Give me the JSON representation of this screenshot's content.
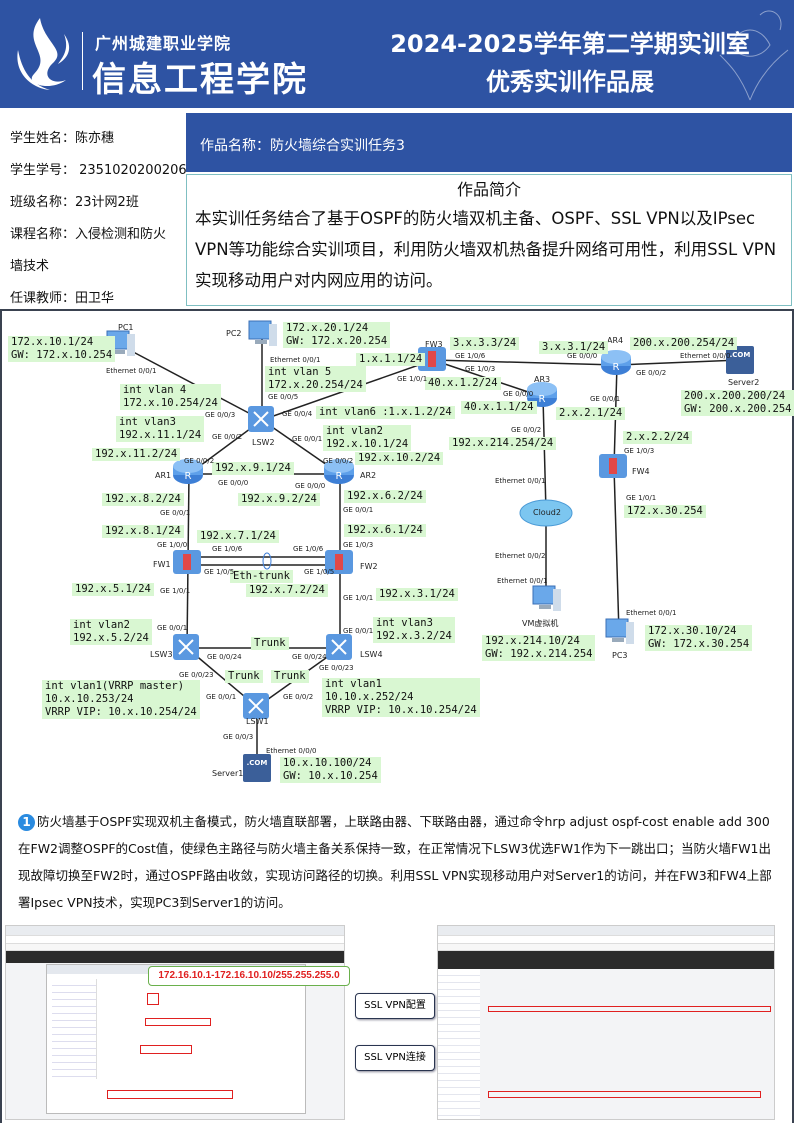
{
  "header": {
    "school": "广州城建职业学院",
    "college": "信息工程学院",
    "title_line1": "2024-2025学年第二学期实训室",
    "title_line2": "优秀实训作品展"
  },
  "student": {
    "name": "学生姓名：陈亦穗",
    "id": "学生学号：  2351020200206",
    "class": "班级名称：23计网2班",
    "course": "课程名称：入侵检测和防火",
    "course_cont": "墙技术",
    "teacher": "任课教师：田卫华"
  },
  "work": {
    "title": "作品名称：防火墙综合实训任务3",
    "intro_heading": "作品简介",
    "intro_text": "本实训任务结合了基于OSPF的防火墙双机主备、OSPF、SSL VPN以及IPsec VPN等功能综合实训项目，利用防火墙双机热备提升网络可用性，利用SSL VPN实现移动用户对内网应用的访问。"
  },
  "diagram": {
    "devices": [
      "PC1",
      "PC2",
      "LSW2",
      "FW3",
      "AR4",
      "Server2",
      "AR3",
      "AR1",
      "AR2",
      "FW1",
      "FW2",
      "LSW3",
      "LSW4",
      "LSW1",
      "Server1",
      "Cloud2",
      "VM虚拟机",
      "FW4",
      "PC3"
    ],
    "ip_labels": [
      "172.x.10.1/24\nGW: 172.x.10.254",
      "172.x.20.1/24\nGW: 172.x.20.254",
      "int vlan 5\n172.x.20.254/24",
      "int vlan 4\n172.x.10.254/24",
      "int vlan3\n192.x.11.1/24",
      "1.x.1.1/24",
      "int vlan6 :1.x.1.2/24",
      "int vlan2\n192.x.10.1/24",
      "192.x.11.2/24",
      "192.x.10.2/24",
      "192.x.9.1/24",
      "192.x.9.2/24",
      "192.x.8.2/24",
      "192.x.6.2/24",
      "192.x.8.1/24",
      "192.x.7.1/24",
      "192.x.6.1/24",
      "Eth-trunk",
      "192.x.7.2/24",
      "192.x.5.1/24",
      "192.x.3.1/24",
      "int vlan2\n192.x.5.2/24",
      "int vlan3\n192.x.3.2/24",
      "Trunk",
      "Trunk",
      "Trunk",
      "int vlan1(VRRP master)\n10.x.10.253/24\nVRRP VIP: 10.x.10.254/24",
      "int vlan1\n10.10.x.252/24\nVRRP VIP: 10.x.10.254/24",
      "10.x.10.100/24\nGW: 10.x.10.254",
      "3.x.3.3/24",
      "3.x.3.1/24",
      "200.x.200.254/24",
      "40.x.1.2/24",
      "40.x.1.1/24",
      "2.x.2.1/24",
      "200.x.200.200/24\nGW: 200.x.200.254",
      "192.x.214.254/24",
      "2.x.2.2/24",
      "172.x.30.254",
      "192.x.214.10/24\nGW: 192.x.214.254",
      "172.x.30.10/24\nGW: 172.x.30.254"
    ],
    "ports": [
      "Ethernet 0/0/1",
      "Ethernet 0/0/1",
      "GE 0/0/5",
      "GE 0/0/3",
      "GE 0/0/4",
      "GE 0/0/2",
      "GE 0/0/1",
      "GE 0/0/2",
      "GE 0/0/2",
      "GE 0/0/0",
      "GE 0/0/0",
      "GE 0/0/1",
      "GE 0/0/1",
      "GE 1/0/0",
      "GE 1/0/3",
      "GE 1/0/6",
      "GE 1/0/6",
      "GE 1/0/5",
      "GE 1/0/5",
      "GE 1/0/1",
      "GE 1/0/1",
      "GE 0/0/1",
      "GE 0/0/1",
      "GE 0/0/24",
      "GE 0/0/24",
      "GE 0/0/23",
      "GE 0/0/23",
      "GE 0/0/1",
      "GE 0/0/2",
      "GE 0/0/3",
      "Ethernet 0/0/0",
      "GE 1/0/6",
      "GE 1/0/3",
      "GE 1/0/1",
      "GE 0/0/0",
      "Ethernet 0/0/0",
      "GE 0/0/2",
      "GE 0/0/0",
      "GE 0/0/1",
      "GE 0/0/2",
      "GE 1/0/3",
      "Ethernet 0/0/1",
      "GE 1/0/1",
      "Ethernet 0/0/2",
      "Ethernet 0/0/1",
      "Ethernet 0/0/1"
    ],
    "server_badge": ".COM"
  },
  "description": {
    "step": "1",
    "text": "防火墙基于OSPF实现双机主备模式，防火墙直联部署，上联路由器、下联路由器，通过命令hrp adjust ospf-cost enable add 300在FW2调整OSPF的Cost值，使绿色主路径与防火墙主备关系保持一致，在正常情况下LSW3优选FW1作为下一跳出口；当防火墙FW1出现故障切换至FW2时，通过OSPF路由收敛，实现访问路径的切换。利用SSL VPN实现移动用户对Server1的访问，并在FW3和FW4上部署Ipsec VPN技术，实现PC3到Server1的访问。"
  },
  "screenshots": {
    "address_pool": "172.16.10.1-172.16.10.10/255.255.255.0",
    "callout_config": "SSL VPN配置",
    "callout_connect": "SSL VPN连接"
  },
  "colors": {
    "brand": "#2e53a3",
    "ip_label": "#d9f7d2",
    "highlight": "#e02020"
  }
}
